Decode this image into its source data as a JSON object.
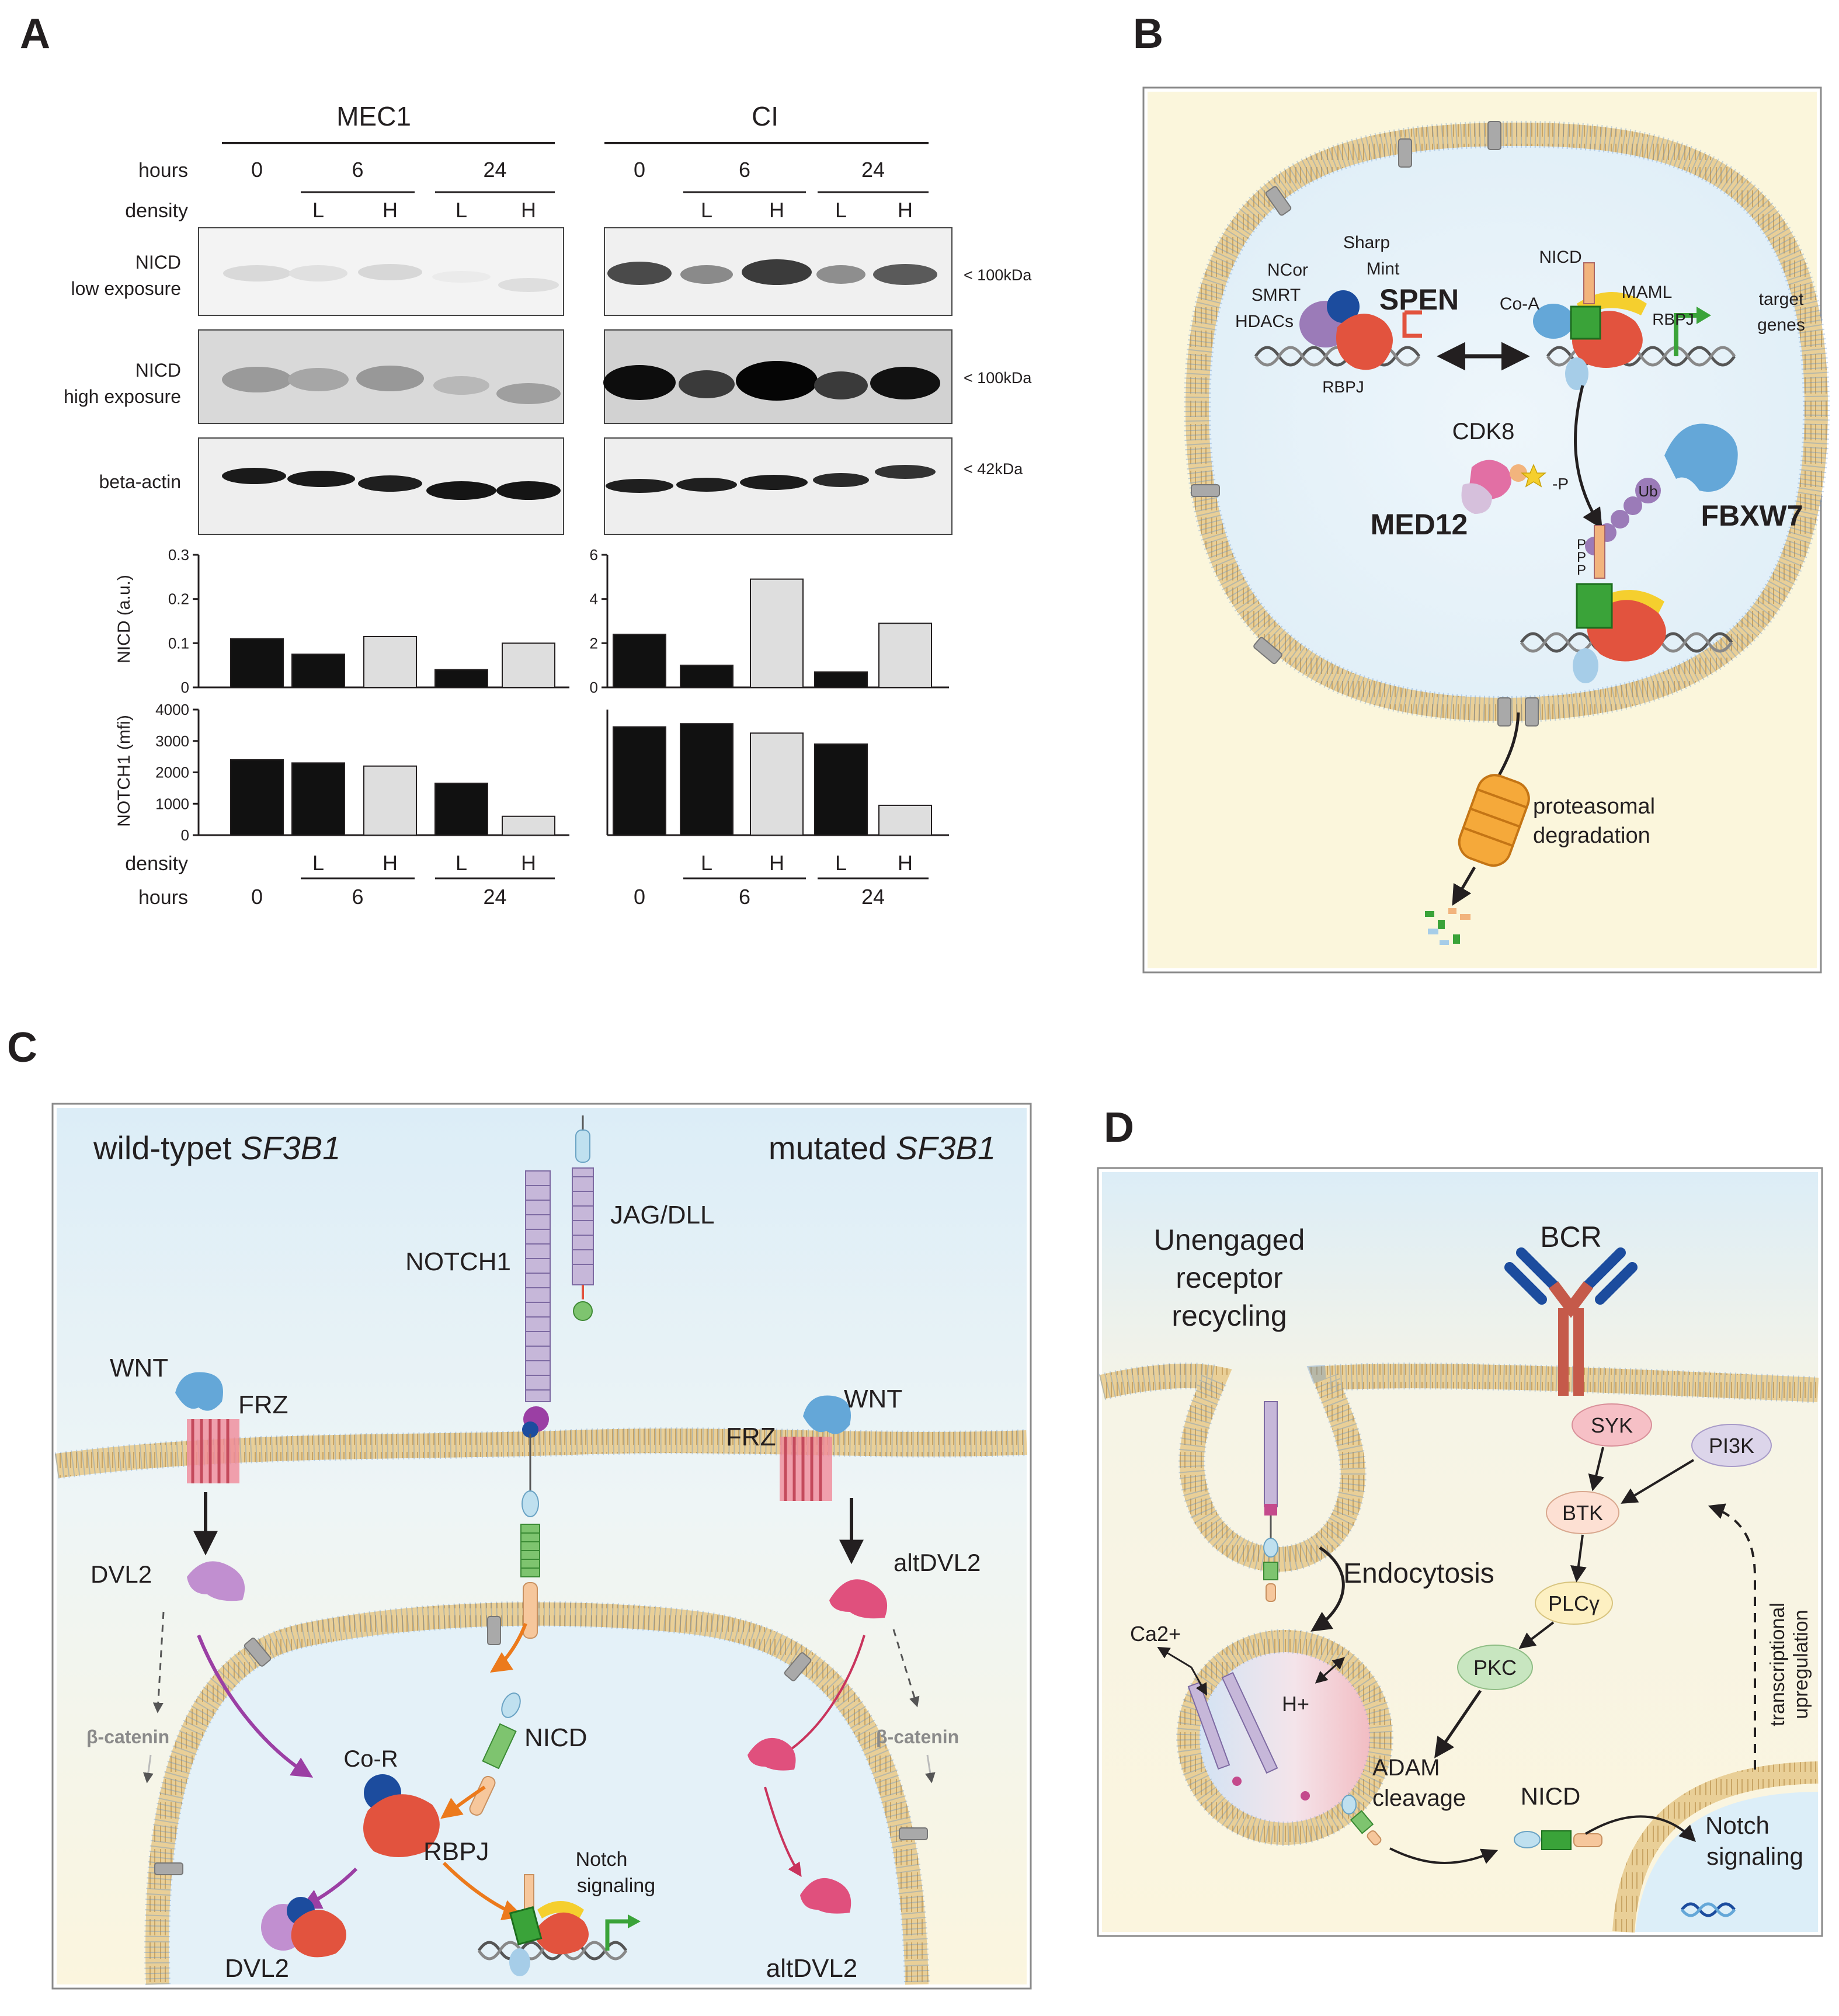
{
  "panels": {
    "a": "A",
    "b": "B",
    "c": "C",
    "d": "D"
  },
  "panel_a": {
    "groups": [
      "MEC1",
      "CI"
    ],
    "row_labels": {
      "hours": "hours",
      "density": "density"
    },
    "hours": [
      "0",
      "6",
      "24"
    ],
    "density": [
      "L",
      "H"
    ],
    "blot_labels": {
      "nicd_low_1": "NICD",
      "nicd_low_2": "low exposure",
      "nicd_high_1": "NICD",
      "nicd_high_2": "high exposure",
      "actin": "beta-actin"
    },
    "markers": {
      "kda100a": "< 100kDa",
      "kda100b": "< 100kDa",
      "kda42": "< 42kDa"
    }
  },
  "chart_data": [
    {
      "type": "bar",
      "ylabel": "NICD (a.u.)",
      "group": "MEC1",
      "categories": [
        "0",
        "6 L",
        "6 H",
        "24 L",
        "24 H"
      ],
      "values": [
        0.11,
        0.075,
        0.115,
        0.04,
        0.1
      ],
      "ylim": [
        0,
        0.3
      ],
      "yticks": [
        "0",
        "0.1",
        "0.2",
        "0.3"
      ]
    },
    {
      "type": "bar",
      "group": "CI",
      "categories": [
        "0",
        "6 L",
        "6 H",
        "24 L",
        "24 H"
      ],
      "values": [
        2.4,
        1.0,
        4.9,
        0.7,
        2.9
      ],
      "ylim": [
        0,
        6
      ],
      "yticks": [
        "0",
        "2",
        "4",
        "6"
      ]
    },
    {
      "type": "bar",
      "ylabel": "NOTCH1 (mfi)",
      "group": "MEC1",
      "categories": [
        "0",
        "6 L",
        "6 H",
        "24 L",
        "24 H"
      ],
      "values": [
        2400,
        2300,
        2200,
        1650,
        600
      ],
      "ylim": [
        0,
        4000
      ],
      "yticks": [
        "0",
        "1000",
        "2000",
        "3000",
        "4000"
      ]
    },
    {
      "type": "bar",
      "group": "CI",
      "categories": [
        "0",
        "6 L",
        "6 H",
        "24 L",
        "24 H"
      ],
      "values": [
        3450,
        3550,
        3250,
        2900,
        950
      ],
      "ylim": [
        0,
        4000
      ]
    }
  ],
  "panel_b": {
    "ncor": "NCor",
    "smrt": "SMRT",
    "hdacs": "HDACs",
    "sharp": "Sharp",
    "mint": "Mint",
    "spen": "SPEN",
    "rbpj_left": "RBPJ",
    "nicd": "NICD",
    "coa": "Co-A",
    "maml": "MAML",
    "rbpj_right": "RBPJ",
    "target1": "target",
    "target2": "genes",
    "cdk8": "CDK8",
    "med12": "MED12",
    "p_cdk8": "-P",
    "ub": "Ub",
    "fbxw7": "FBXW7",
    "p1": "P",
    "p2": "P",
    "p3": "P",
    "proteasomal": "proteasomal",
    "degradation": "degradation"
  },
  "panel_c": {
    "wt_prefix": "wild-typet ",
    "wt_gene": "SF3B1",
    "mut_prefix": "mutated ",
    "mut_gene": "SF3B1",
    "jag": "JAG/DLL",
    "notch1": "NOTCH1",
    "wnt_left": "WNT",
    "frz_left": "FRZ",
    "wnt_right": "WNT",
    "frz_right": "FRZ",
    "dvl2": "DVL2",
    "altdvl2": "altDVL2",
    "bcat_left": "β-catenin",
    "bcat_right": "β-catenin",
    "nicd": "NICD",
    "cor": "Co-R",
    "rbpj": "RBPJ",
    "notch_sig_1": "Notch",
    "notch_sig_2": "signaling",
    "dvl2_bottom": "DVL2",
    "altdvl2_bottom": "altDVL2"
  },
  "panel_d": {
    "unengaged_1": "Unengaged",
    "unengaged_2": "receptor",
    "unengaged_3": "recycling",
    "bcr": "BCR",
    "syk": "SYK",
    "pi3k": "PI3K",
    "btk": "BTK",
    "plcg": "PLCγ",
    "pkc": "PKC",
    "endocytosis": "Endocytosis",
    "ca2": "Ca2+",
    "h": "H+",
    "adam_1": "ADAM",
    "adam_2": "cleavage",
    "nicd": "NICD",
    "notch_1": "Notch",
    "notch_2": "signaling",
    "trans_1": "transcriptional",
    "trans_2": "upregulation"
  },
  "colors": {
    "membrane": "#e7c98a",
    "membrane_dot": "#5b8cc9",
    "cytoplasm": "#fbf6dc",
    "nucleus": "#e4f1f8",
    "bar_dark": "#111111",
    "bar_light": "#dedede",
    "rbpj": "#e2533e",
    "maml": "#f5cf2e",
    "nicd_green": "#3aa339",
    "notch_violet": "#b9a8cf"
  }
}
